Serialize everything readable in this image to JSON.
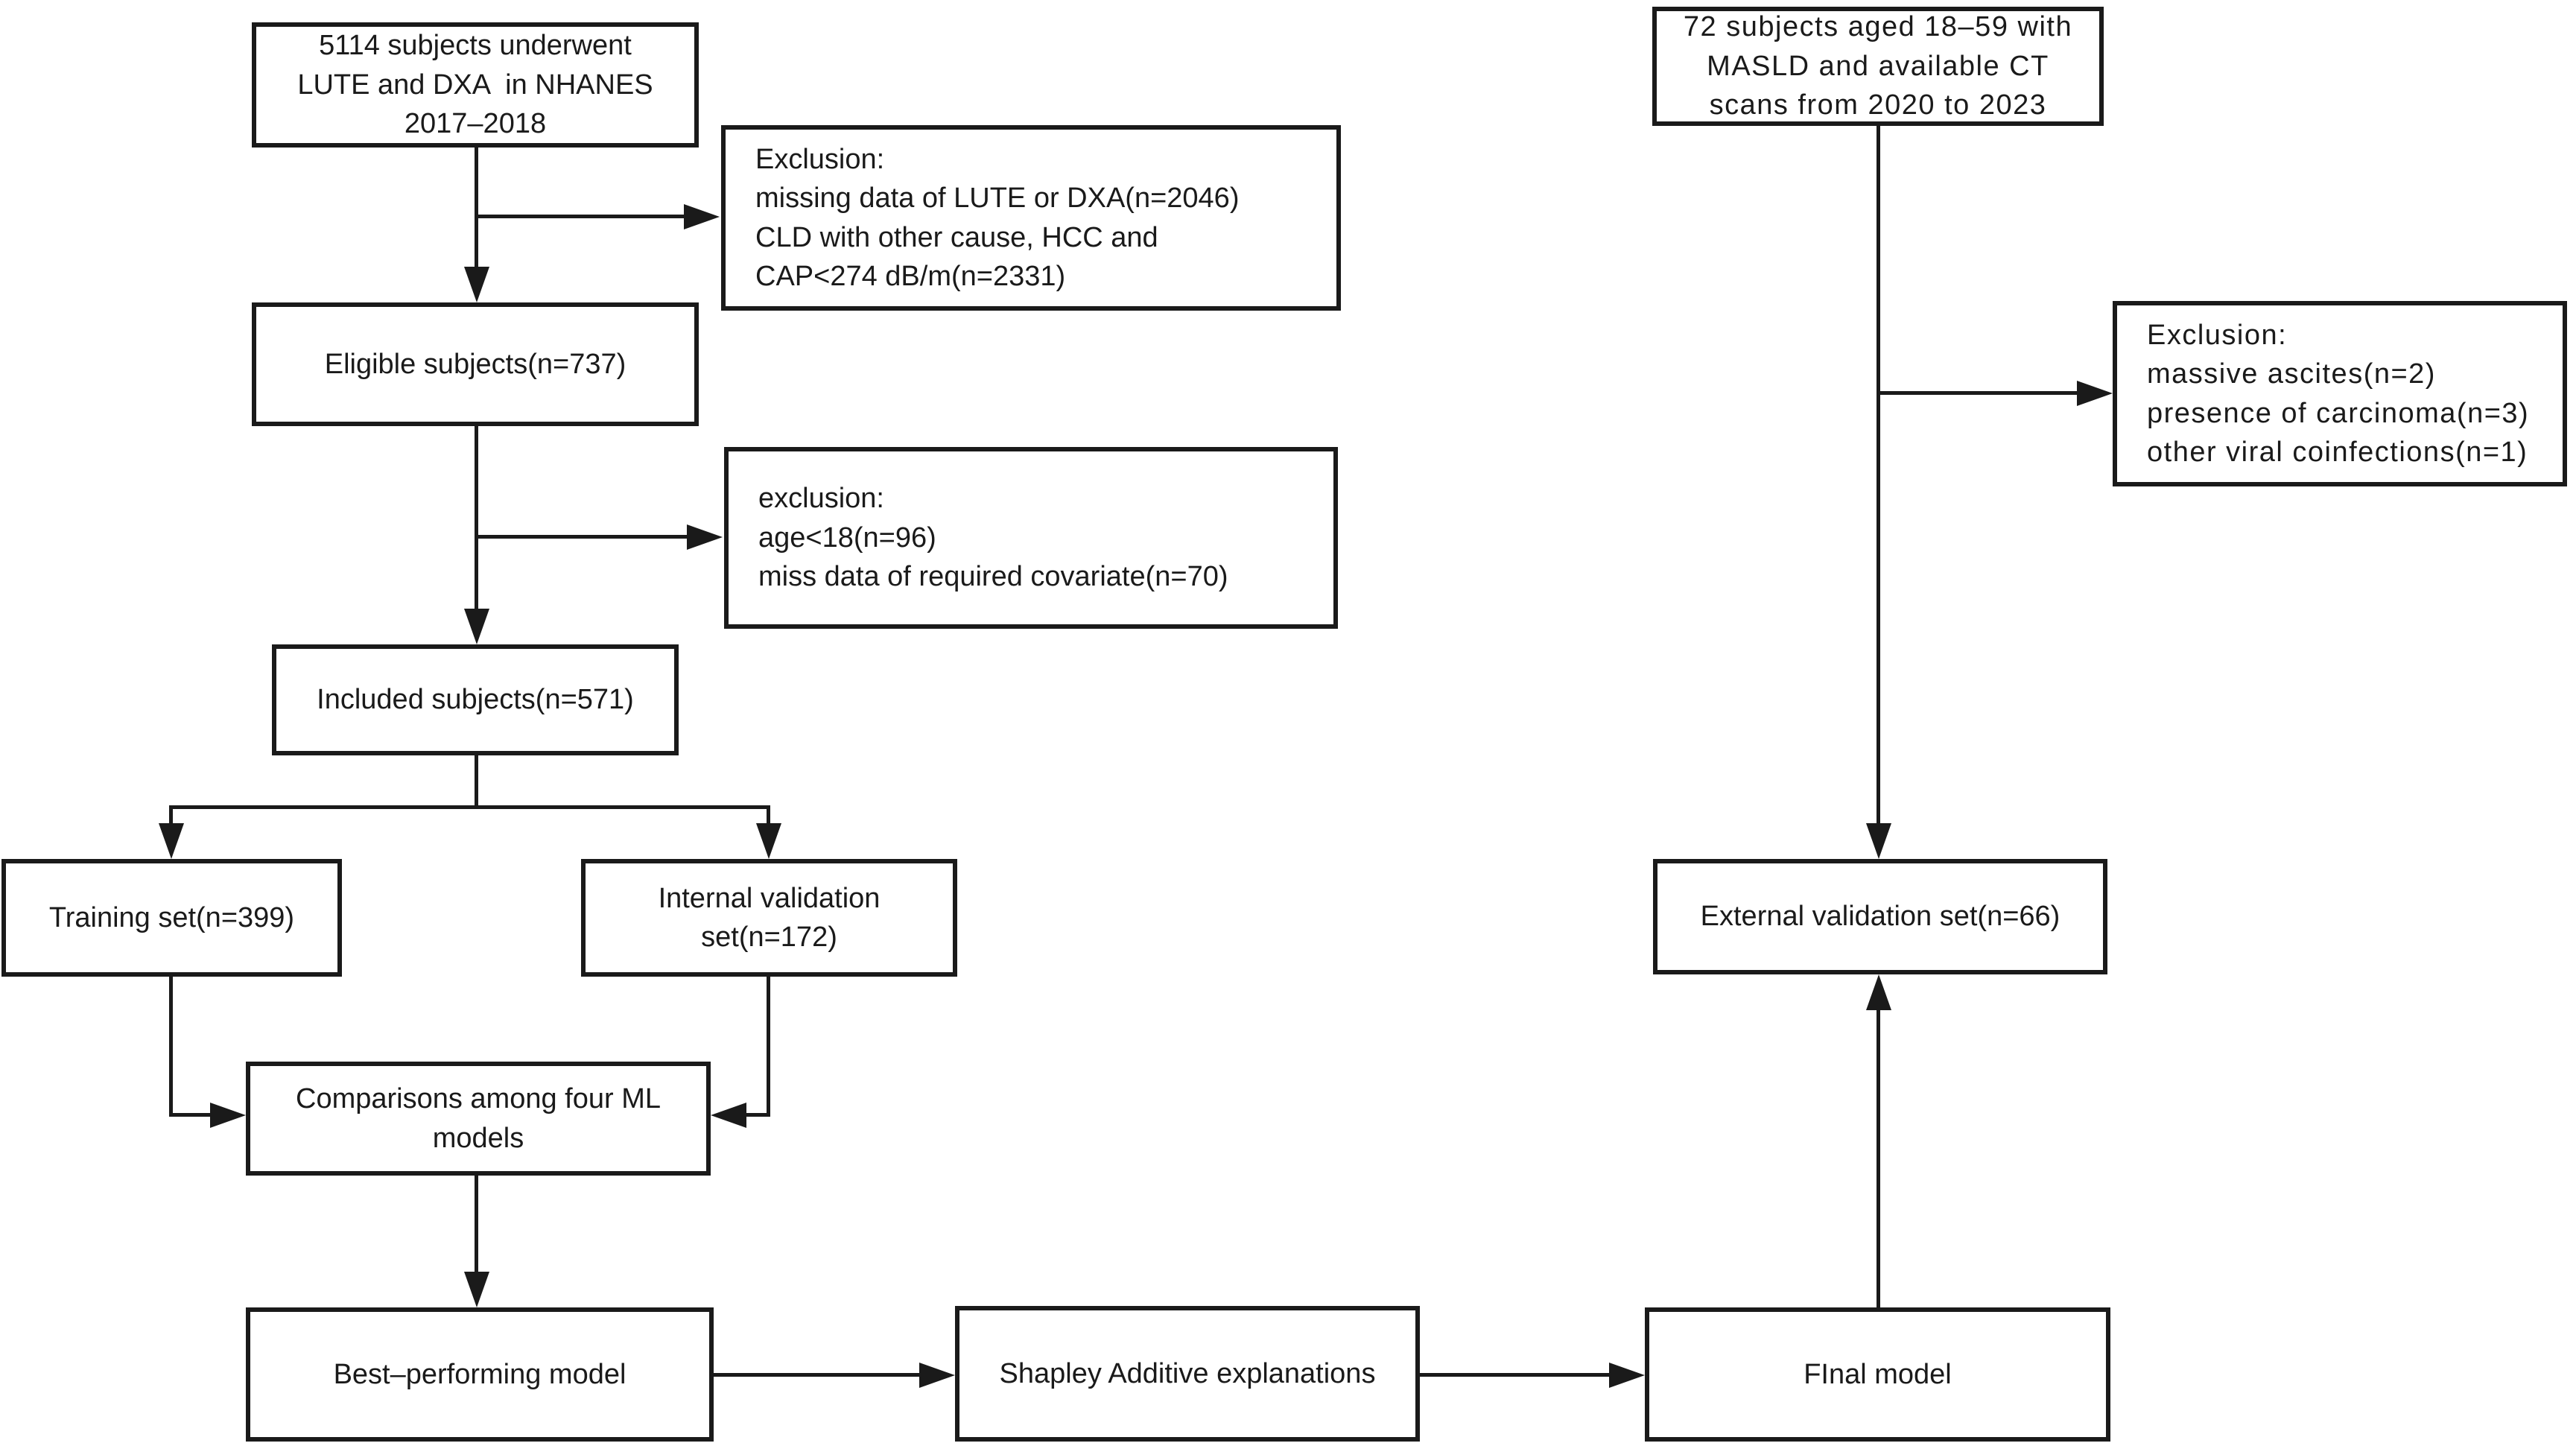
{
  "figure": {
    "type": "study-flow-diagram",
    "background_color": "#ffffff",
    "line_color": "#1a1a1a",
    "boxes": {
      "nhanes_source": {
        "text": "5114 subjects underwent\nLUTE and DXA  in NHANES\n2017–2018"
      },
      "exclusion_nhanes": {
        "text": "Exclusion:\nmissing data of LUTE or DXA(n=2046)\nCLD with other cause, HCC and\nCAP<274 dB/m(n=2331)"
      },
      "eligible_subjects": {
        "text": "Eligible subjects(n=737)"
      },
      "exclusion_age": {
        "text": "exclusion:\nage<18(n=96)\nmiss data of required covariate(n=70)"
      },
      "included_subjects": {
        "text": "Included subjects(n=571)"
      },
      "training_set": {
        "text": "Training set(n=399)"
      },
      "internal_validation_set": {
        "text": "Internal validation\nset(n=172)"
      },
      "ml_comparisons": {
        "text": "Comparisons among four ML\nmodels"
      },
      "best_performing_model": {
        "text": "Best–performing model"
      },
      "shapley_explanations": {
        "text": "Shapley Additive explanations"
      },
      "final_model": {
        "text": "FInal model"
      },
      "ct_source": {
        "text": "72 subjects aged 18–59 with\nMASLD and available CT\nscans from 2020 to 2023"
      },
      "exclusion_ct": {
        "text": "Exclusion:\nmassive ascites(n=2)\npresence of carcinoma(n=3)\nother viral coinfections(n=1)"
      },
      "external_validation_set": {
        "text": "External validation set(n=66)"
      }
    }
  }
}
